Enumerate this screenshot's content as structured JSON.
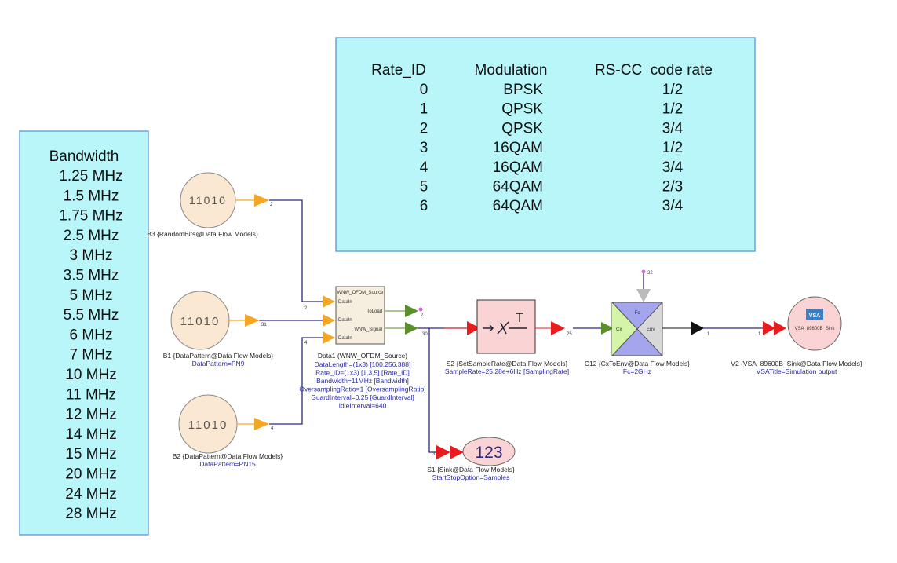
{
  "bandwidth_box": {
    "header": "Bandwidth",
    "items": [
      "1.25 MHz",
      "1.5 MHz",
      "1.75 MHz",
      "2.5 MHz",
      "3 MHz",
      "3.5 MHz",
      "5 MHz",
      "5.5 MHz",
      "6 MHz",
      "7 MHz",
      "10 MHz",
      "11 MHz",
      "12 MHz",
      "14 MHz",
      "15 MHz",
      "20 MHz",
      "24 MHz",
      "28 MHz"
    ]
  },
  "rate_table": {
    "headers": [
      "Rate_ID",
      "Modulation",
      "RS-CC  code rate"
    ],
    "rows": [
      [
        "0",
        "BPSK",
        "1/2"
      ],
      [
        "1",
        "QPSK",
        "1/2"
      ],
      [
        "2",
        "QPSK",
        "3/4"
      ],
      [
        "3",
        "16QAM",
        "1/2"
      ],
      [
        "4",
        "16QAM",
        "3/4"
      ],
      [
        "5",
        "64QAM",
        "2/3"
      ],
      [
        "6",
        "64QAM",
        "3/4"
      ]
    ]
  },
  "components": {
    "b3": {
      "display": "11010",
      "name": "B3 {RandomBits@Data Flow Models}",
      "pin": "2"
    },
    "b1": {
      "display": "11010",
      "name": "B1 {DataPattern@Data Flow Models}",
      "param": "DataPattern=PN9",
      "pin": "31"
    },
    "b2": {
      "display": "11010",
      "name": "B2 {DataPattern@Data Flow Models}",
      "param": "DataPattern=PN15",
      "pin": "4"
    },
    "data1": {
      "name": "Data1 (WNW_OFDM_Source)",
      "inner": "WNW_OFDM_Source",
      "ports_in": [
        "DataIn",
        "DataIn",
        "DataIn"
      ],
      "ports_out": [
        "ToLoad",
        "WNW_Signal"
      ],
      "in_pins": [
        "2",
        "",
        "4"
      ],
      "out_pins": [
        "2",
        "30"
      ],
      "params": [
        "DataLength=(1x3) [100,256,388]",
        "Rate_ID=(1x3) [1,3,5] [Rate_ID]",
        "Bandwidth=11MHz [Bandwidth]",
        "OversamplingRatio=1 [OversamplingRatio]",
        "GuardInterval=0.25 [GuardInterval]",
        "IdleInterval=640"
      ]
    },
    "s2": {
      "name": "S2 {SetSampleRate@Data Flow Models}",
      "param": "SampleRate=25.28e+6Hz [SamplingRate]",
      "symbol": "T",
      "pin": "25"
    },
    "c12": {
      "name": "C12 {CxToEnv@Data Flow Models}",
      "param": "Fc=2GHz",
      "ports": {
        "top": "Fc",
        "left": "Cx",
        "right": "Env"
      },
      "pin_top": "32",
      "pin_out": "1"
    },
    "v2": {
      "name": "V2 {VSA_89600B_Sink@Data Flow Models}",
      "param": "VSATitle=Simulation output",
      "logo": "VSA",
      "inner": "VSA_89600B_Sink",
      "pin": "1"
    },
    "s1": {
      "name": "S1 {Sink@Data Flow Models}",
      "param": "StartStopOption=Samples",
      "display": "123",
      "pin": "3"
    }
  },
  "colors": {
    "box_fill": "#b8f6fa",
    "box_border": "#6aa6d8",
    "wire": "#2a2a7a",
    "orange": "#f5a623",
    "green": "#5a8f2a",
    "red": "#e81c1c",
    "source_fill": "#fbe8d2"
  }
}
